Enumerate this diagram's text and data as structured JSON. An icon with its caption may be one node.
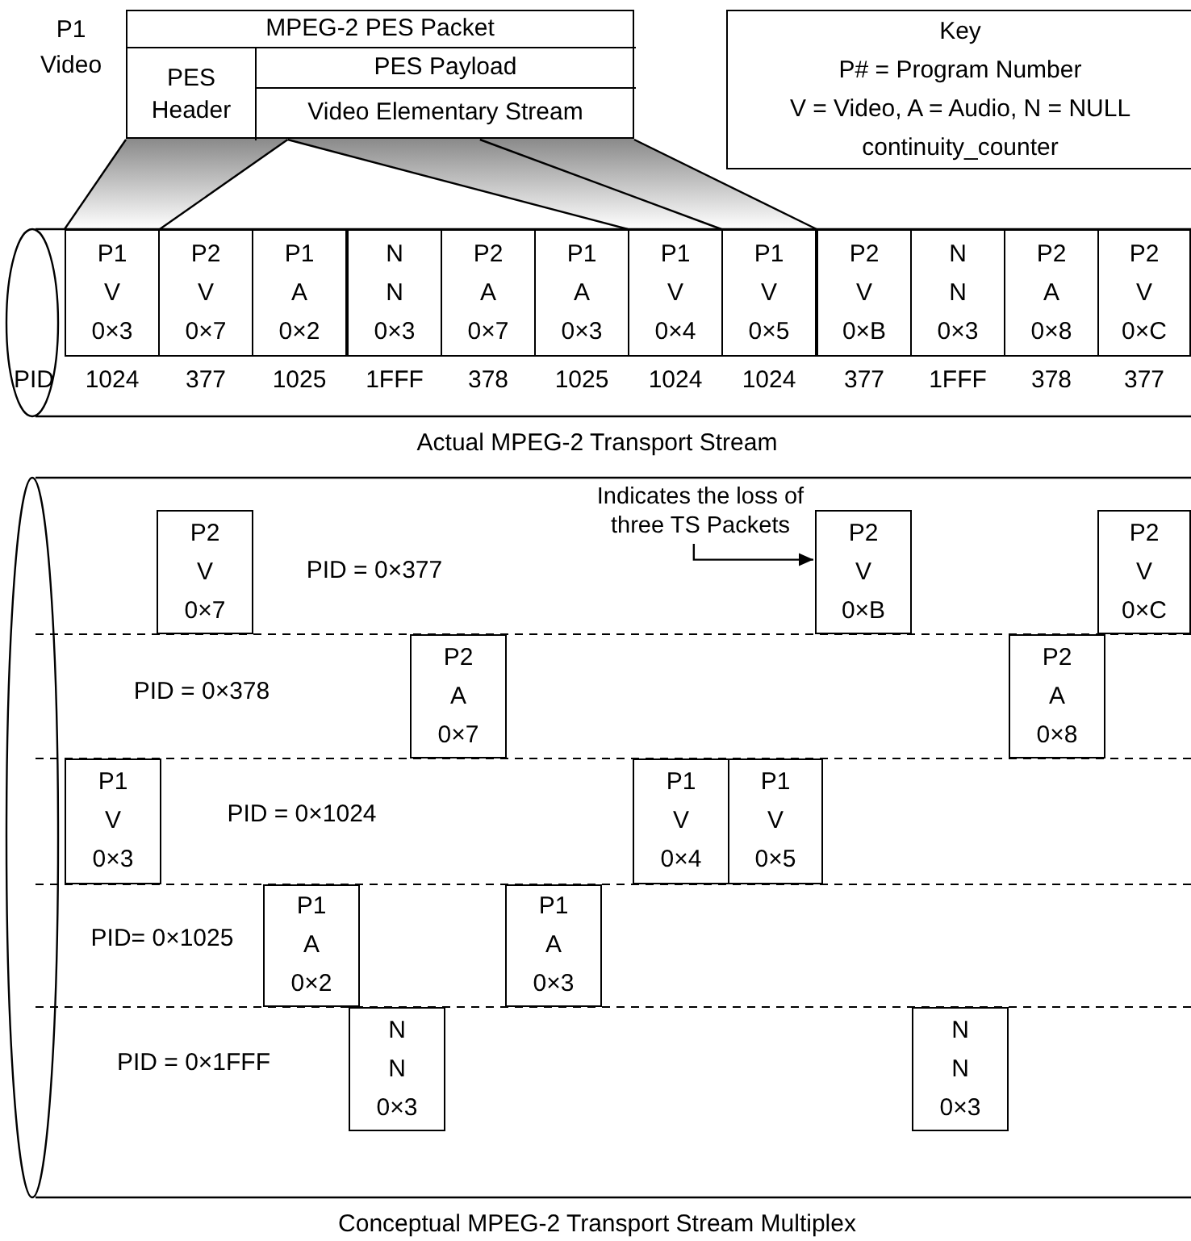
{
  "diagram": {
    "nodes": [
      {
        "text": [
          "MPEG-2 PES Packet"
        ],
        "beside": [
          "P1 Video"
        ]
      },
      {
        "text": [
          "PES Header"
        ],
        "in": 0
      },
      {
        "text": [
          "PES Payload"
        ],
        "in": 0
      },
      {
        "text": [
          "Video Elementary Stream"
        ],
        "in": 0
      },
      {
        "text": [
          "Key",
          "P# = Program Number",
          "V = Video, A = Audio, N = NULL",
          "continuity_counter"
        ]
      },
      {
        "text": [
          "P1",
          "V",
          "0×3"
        ],
        "beside": [
          "1024"
        ]
      },
      {
        "text": [
          "P2",
          "V",
          "0×7"
        ],
        "beside": [
          "377"
        ]
      },
      {
        "text": [
          "P1",
          "A",
          "0×2"
        ],
        "beside": [
          "1025"
        ]
      },
      {
        "text": [
          "N",
          "N",
          "0×3"
        ],
        "beside": [
          "1FFF"
        ]
      },
      {
        "text": [
          "P2",
          "A",
          "0×7"
        ],
        "beside": [
          "378"
        ]
      },
      {
        "text": [
          "P1",
          "A",
          "0×3"
        ],
        "beside": [
          "1025"
        ]
      },
      {
        "text": [
          "P1",
          "V",
          "0×4"
        ],
        "beside": [
          "1024"
        ]
      },
      {
        "text": [
          "P1",
          "V",
          "0×5"
        ],
        "beside": [
          "1024"
        ]
      },
      {
        "text": [
          "P2",
          "V",
          "0×B"
        ],
        "beside": [
          "377"
        ]
      },
      {
        "text": [
          "N",
          "N",
          "0×3"
        ],
        "beside": [
          "1FFF"
        ]
      },
      {
        "text": [
          "P2",
          "A",
          "0×8"
        ],
        "beside": [
          "378"
        ]
      },
      {
        "text": [
          "P2",
          "V",
          "0×C"
        ],
        "beside": [
          "377"
        ]
      },
      {
        "text": [
          "Indicates the loss of three TS Packets"
        ]
      },
      {
        "text": [
          "P2",
          "V",
          "0×7"
        ]
      },
      {
        "text": [
          "P2",
          "V",
          "0×B"
        ]
      },
      {
        "text": [
          "P2",
          "V",
          "0×C"
        ]
      },
      {
        "text": [
          "P2",
          "A",
          "0×7"
        ]
      },
      {
        "text": [
          "P2",
          "A",
          "0×8"
        ]
      },
      {
        "text": [
          "P1",
          "V",
          "0×3"
        ]
      },
      {
        "text": [
          "P1",
          "V",
          "0×4"
        ]
      },
      {
        "text": [
          "P1",
          "V",
          "0×5"
        ]
      },
      {
        "text": [
          "P1",
          "A",
          "0×2"
        ]
      },
      {
        "text": [
          "P1",
          "A",
          "0×3"
        ]
      },
      {
        "text": [
          "N",
          "N",
          "0×3"
        ]
      },
      {
        "text": [
          "N",
          "N",
          "0×3"
        ]
      }
    ],
    "edges": [
      {
        "from": 1,
        "to": 5,
        "arrow": "none"
      },
      {
        "from": 3,
        "to": 5,
        "arrow": "none"
      },
      {
        "from": 3,
        "to": 11,
        "arrow": "none"
      },
      {
        "from": 3,
        "to": 12,
        "arrow": "none"
      },
      {
        "from": 3,
        "to": 12,
        "arrow": "none"
      },
      {
        "from": 17,
        "to": 19,
        "arrow": "to"
      }
    ],
    "labels": [
      "PID",
      "Actual MPEG-2 Transport Stream",
      "PID = 0×377",
      "PID = 0×378",
      "PID = 0×1024",
      "PID= 0×1025",
      "PID = 0×1FFF",
      "Conceptual MPEG-2 Transport Stream Multiplex"
    ]
  }
}
